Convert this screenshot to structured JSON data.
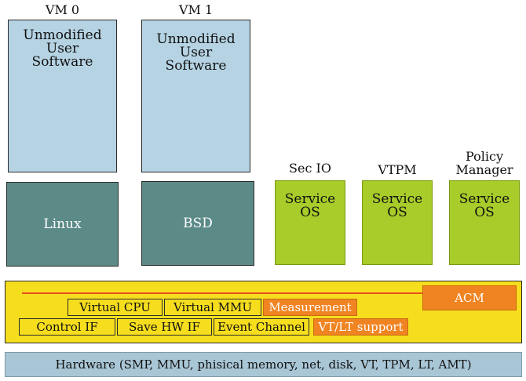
{
  "vms": [
    {
      "title": "VM 0",
      "software": [
        "Unmodified",
        "User",
        "Software"
      ],
      "os": "Linux"
    },
    {
      "title": "VM 1",
      "software": [
        "Unmodified",
        "User",
        "Software"
      ],
      "os": "BSD"
    }
  ],
  "services": [
    {
      "title": [
        "Sec IO"
      ],
      "body": [
        "Service",
        "OS"
      ]
    },
    {
      "title": [
        "VTPM"
      ],
      "body": [
        "Service",
        "OS"
      ]
    },
    {
      "title": [
        "Policy",
        "Manager"
      ],
      "body": [
        "Service",
        "OS"
      ]
    }
  ],
  "hypervisor": {
    "row1": [
      "Virtual CPU",
      "Virtual MMU",
      "Measurement"
    ],
    "row2": [
      "Control IF",
      "Save HW IF",
      "Event Channel",
      "VT/LT support"
    ],
    "acm": "ACM"
  },
  "hardware": "Hardware (SMP, MMU, phisical memory, net, disk, VT, TPM, LT, AMT)",
  "colors": {
    "vm_software": "#b5d3e3",
    "guest_os": "#5b8a87",
    "service_os": "#a8cc2a",
    "hypervisor": "#f6de1e",
    "highlight": "#f08422",
    "hardware": "#a9c6d6"
  }
}
